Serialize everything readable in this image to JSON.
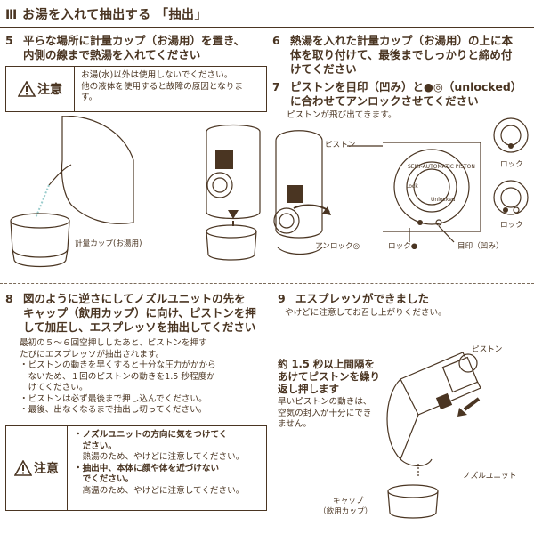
{
  "header": {
    "title": "Ⅲ お湯を入れて抽出する 「抽出」"
  },
  "step5": {
    "number": "5",
    "title_line1": "平らな場所に計量カップ（お湯用）を置き、",
    "title_line2": "内側の線まで熱湯を入れてください",
    "caution_label": "注意",
    "caution_lines": [
      "お湯(水)以外は使用しないでください。",
      "他の液体を使用すると故障の原因となりま",
      "す。"
    ],
    "label_cup": "計量カップ(お湯用)"
  },
  "step6": {
    "number": "6",
    "title_line1": "熱湯を入れた計量カップ（お湯用）の上に本",
    "title_line2": "体を取り付けて、最後までしっかりと締め付",
    "title_line3": "けてください"
  },
  "step7": {
    "number": "7",
    "title_line1": "ピストンを目印（凹み）と●◎（unlocked）",
    "title_line2": "に合わせてアンロックさせてください",
    "note": "ピストンが飛び出てきます。",
    "label_piston": "ピストン",
    "label_lock": "ロック",
    "label_lock2": "ロック",
    "label_unlock": "アンロック◎",
    "label_lock_dot": "ロック●",
    "label_mark": "目印（凹み）",
    "device_text": "SEMI-AUTOMATIC PISTON",
    "device_small1": "Lock",
    "device_small2": "Unlocked"
  },
  "step8": {
    "number": "8",
    "title_line1": "図のように逆さにしてノズルユニットの先を",
    "title_line2": "キャップ（飲用カップ）に向け、ピストンを押",
    "title_line3": "して加圧し、エスプレッソを抽出してください",
    "body_lines": [
      "最初の５～６回空押ししたあと、ピストンを押す",
      "たびにエスプレッソが抽出されます。",
      "・ピストンの動きを早くすると十分な圧力がかから",
      "　ないため、１回のピストンの動きを1.5 秒程度か",
      "　けてください。",
      "・ピストンは必ず最後まで押し込んでください。",
      "・最後、出なくなるまで抽出し切ってください。"
    ],
    "caution_label": "注意",
    "caution_lines": [
      "・ノズルユニットの方向に気をつけてく",
      "　ださい。",
      "　熱湯のため、やけどに注意してください。",
      "・抽出中、本体に顔や体を近づけない",
      "　でください。",
      "　高温のため、やけどに注意してください。"
    ]
  },
  "step9": {
    "number": "9",
    "title": "エスプレッソができました",
    "subtitle": "やけどに注意してお召し上がりください。",
    "press_lines": [
      "約 1.5 秒以上間隔を",
      "あけてピストンを繰り",
      "返し押します"
    ],
    "note_lines": [
      "早いピストンの動きは、",
      "空気の封入が十分にでき",
      "ません。"
    ],
    "label_piston": "ピストン",
    "label_nozzle": "ノズルユニット",
    "label_cap1": "キャップ",
    "label_cap2": "（飲用カップ）"
  }
}
